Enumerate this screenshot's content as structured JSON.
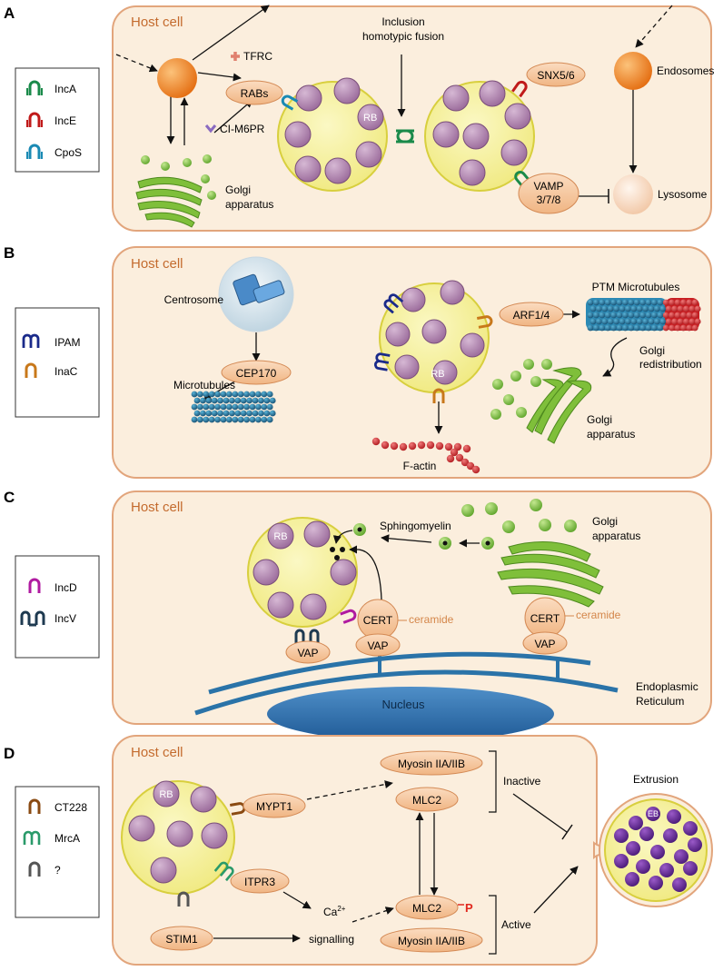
{
  "colors": {
    "panel_fill": "#fbeedd",
    "panel_stroke": "#e2a57c",
    "host_label": "#c46b2e",
    "inclusion_fill": "#f7f3a0",
    "inclusion_stroke": "#d8cf3e",
    "rb_fill": "#b48cb4",
    "eb_fill": "#6a2a9a",
    "protein_fill": "#f6c7a0",
    "protein_stroke": "#d48a55",
    "golgi": "#7fbf3a",
    "orange_vesicle": "#f08a2a",
    "microtubule": "#2c8ab5",
    "factin": "#d7282f",
    "er": "#2a73a8",
    "phospho": "#e0281e",
    "ceramide_text": "#d4864a"
  },
  "panels": {
    "A": {
      "letter": "A",
      "host": "Host cell",
      "legend": [
        "IncA",
        "IncE",
        "CpoS"
      ],
      "texts": {
        "tfrc": "TFRC",
        "rabs": "RABs",
        "cim6pr": "CI-M6PR",
        "rb": "RB",
        "fusion": [
          "Inclusion",
          "homotypic fusion"
        ],
        "snx": "SNX5/6",
        "vamp": [
          "VAMP",
          "3/7/8"
        ],
        "endosomes": "Endosomes",
        "lysosome": "Lysosome",
        "golgi": [
          "Golgi",
          "apparatus"
        ]
      }
    },
    "B": {
      "letter": "B",
      "host": "Host cell",
      "legend": [
        "IPAM",
        "InaC"
      ],
      "texts": {
        "centrosome": "Centrosome",
        "cep170": "CEP170",
        "microtubules": "Microtubules",
        "rb": "RB",
        "arf": "ARF1/4",
        "ptm": "PTM Microtubules",
        "golgi_redist": [
          "Golgi",
          "redistribution"
        ],
        "golgi": [
          "Golgi",
          "apparatus"
        ],
        "factin": "F-actin"
      }
    },
    "C": {
      "letter": "C",
      "host": "Host cell",
      "legend": [
        "IncD",
        "IncV"
      ],
      "texts": {
        "sphingomyelin": "Sphingomyelin",
        "golgi": [
          "Golgi",
          "apparatus"
        ],
        "rb": "RB",
        "cert": "CERT",
        "ceramide": "ceramide",
        "vap": "VAP",
        "er": [
          "Endoplasmic",
          "Reticulum"
        ],
        "nucleus": "Nucleus"
      }
    },
    "D": {
      "letter": "D",
      "host": "Host cell",
      "legend": [
        "CT228",
        "MrcA",
        "?"
      ],
      "texts": {
        "rb": "RB",
        "mypt1": "MYPT1",
        "itpr3": "ITPR3",
        "stim1": "STIM1",
        "ca": "Ca",
        "ca_sup": "2+",
        "signalling": "signalling",
        "myosin": "Myosin IIA/IIB",
        "mlc2": "MLC2",
        "phospho": "P",
        "inactive": "Inactive",
        "active": "Active",
        "extrusion": "Extrusion",
        "eb": "EB"
      }
    }
  }
}
